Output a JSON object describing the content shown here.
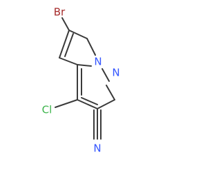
{
  "molecule": {
    "atom_labels": {
      "br": "Br",
      "cl": "Cl",
      "n_bridge": "N",
      "n_ring": "N",
      "n_nitrile": "N"
    },
    "colors": {
      "bond": "#3a3a3a",
      "br": "#a52a2a",
      "cl": "#3cb44b",
      "n": "#3355ff"
    }
  }
}
